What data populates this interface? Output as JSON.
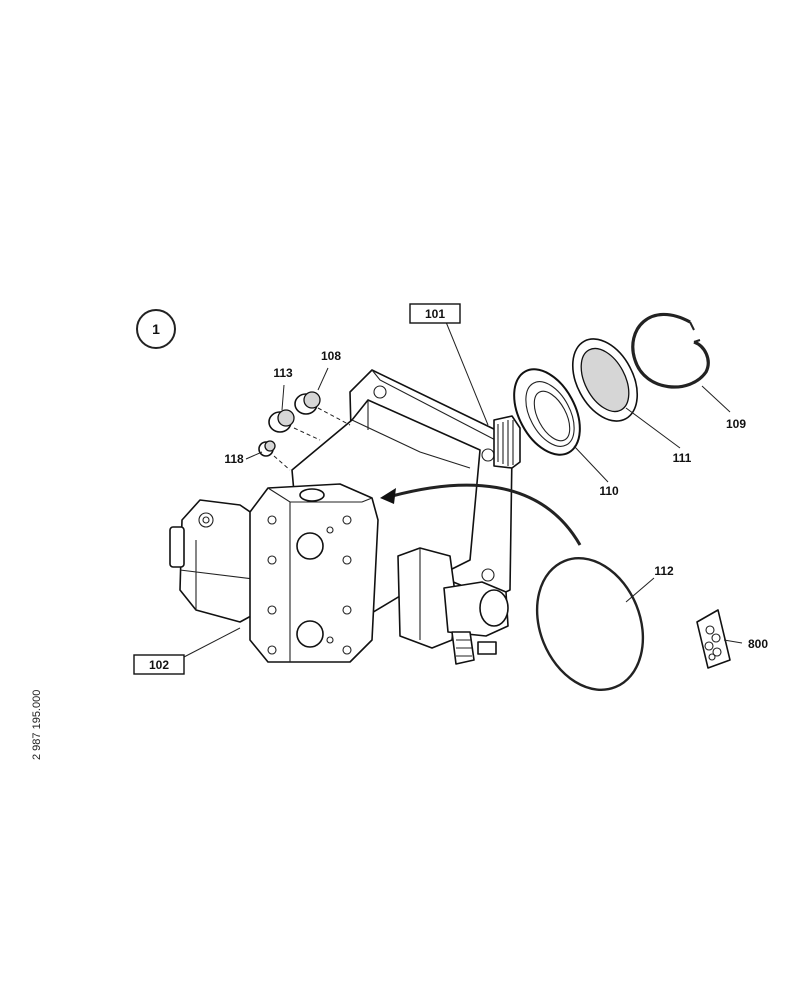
{
  "diagram": {
    "view_number": "1",
    "drawing_number": "2 987 195.000",
    "callouts": [
      {
        "id": "101",
        "boxed": true
      },
      {
        "id": "102",
        "boxed": true
      },
      {
        "id": "108",
        "boxed": false
      },
      {
        "id": "109",
        "boxed": false
      },
      {
        "id": "110",
        "boxed": false
      },
      {
        "id": "111",
        "boxed": false
      },
      {
        "id": "112",
        "boxed": false
      },
      {
        "id": "113",
        "boxed": false
      },
      {
        "id": "118",
        "boxed": false
      },
      {
        "id": "800",
        "boxed": false
      }
    ],
    "colors": {
      "line": "#111111",
      "background": "#ffffff",
      "shade": "#d6d6d6"
    }
  }
}
